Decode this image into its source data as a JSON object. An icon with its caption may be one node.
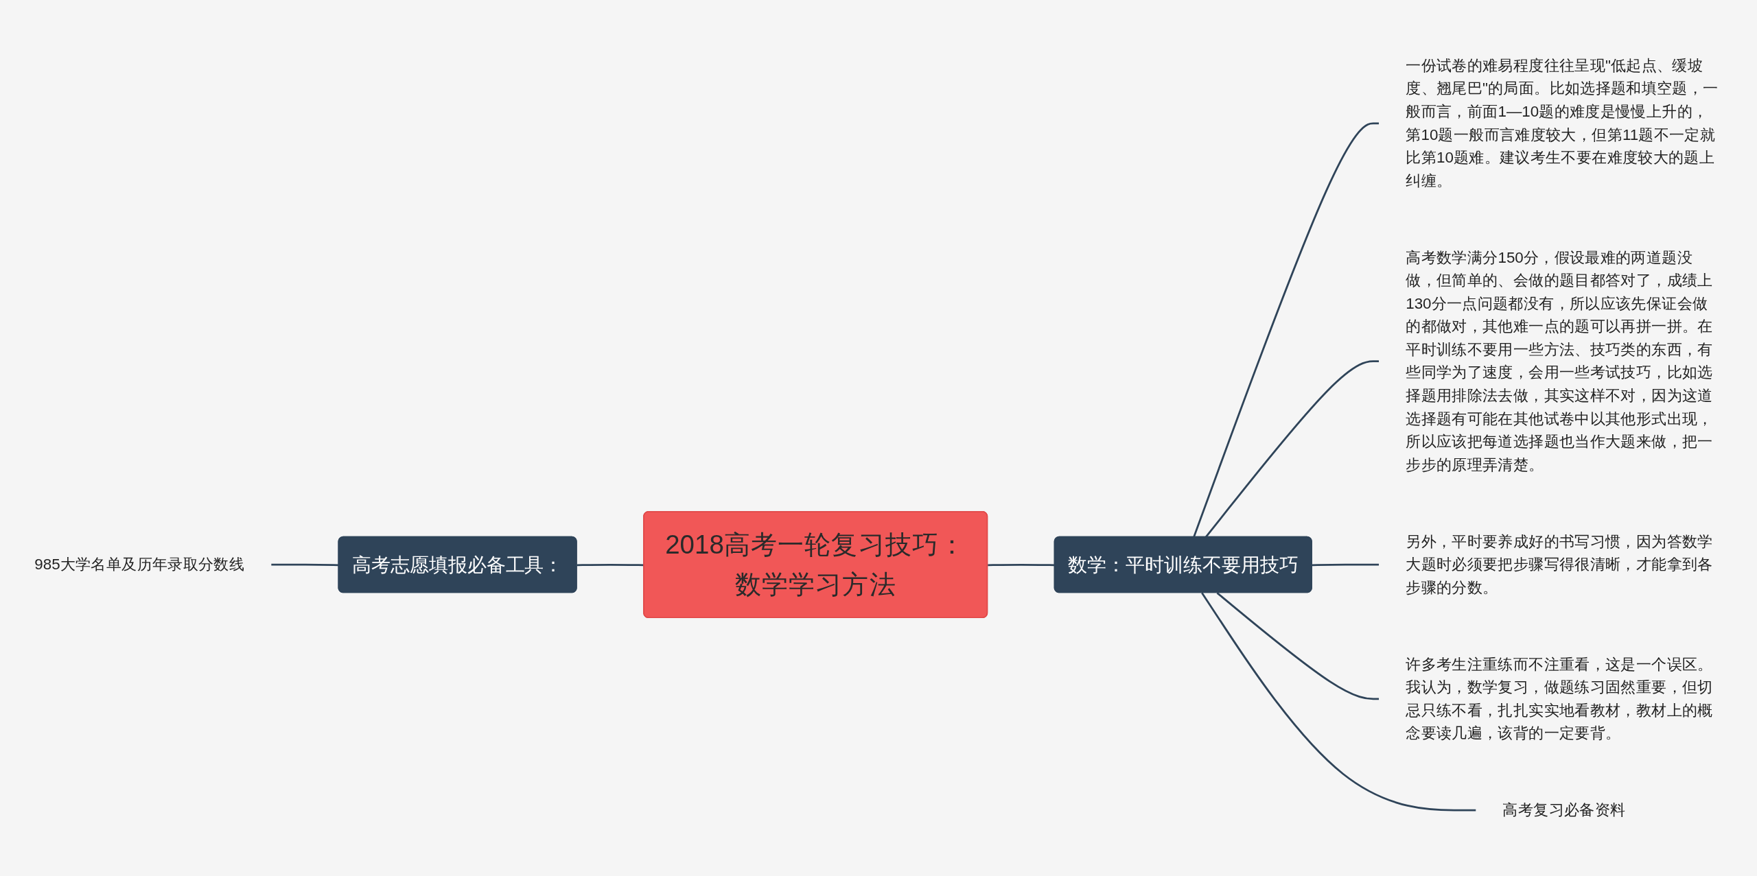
{
  "diagram": {
    "nodes": [
      {
        "text": [
          "2018高考一轮复习技巧：数学学习方法"
        ]
      },
      {
        "text": [
          "高考志愿填报必备工具："
        ]
      },
      {
        "text": [
          "985大学名单及历年录取分数线"
        ]
      },
      {
        "text": [
          "数学：平时训练不要用技巧"
        ]
      },
      {
        "text": [
          "一份试卷的难易程度往往呈现\"低起点、缓坡度、翘尾巴\"的局面。比如选择题和填空题，一般而言，前面1—10题的难度是慢慢上升的，第10题一般而言难度较大，但第11题不一定就比第10题难。建议考生不要在难度较大的题上纠缠。"
        ]
      },
      {
        "text": [
          "高考数学满分150分，假设最难的两道题没做，但简单的、会做的题目都答对了，成绩上130分一点问题都没有，所以应该先保证会做的都做对，其他难一点的题可以再拼一拼。在平时训练不要用一些方法、技巧类的东西，有些同学为了速度，会用一些考试技巧，比如选择题用排除法去做，其实这样不对，因为这道选择题有可能在其他试卷中以其他形式出现，所以应该把每道选择题也当作大题来做，把一步步的原理弄清楚。"
        ]
      },
      {
        "text": [
          "另外，平时要养成好的书写习惯，因为答数学大题时必须要把步骤写得很清晰，才能拿到各步骤的分数。"
        ]
      },
      {
        "text": [
          "许多考生注重练而不注重看，这是一个误区。我认为，数学复习，做题练习固然重要，但切忌只练不看，扎扎实实地看教材，教材上的概念要读几遍，该背的一定要背。"
        ]
      },
      {
        "text": [
          "高考复习必备资料"
        ]
      }
    ],
    "edges": [
      {
        "from": 2,
        "to": 1,
        "arrow": "none"
      },
      {
        "from": 1,
        "to": 0,
        "arrow": "none"
      },
      {
        "from": 0,
        "to": 3,
        "arrow": "none"
      },
      {
        "from": 3,
        "to": 4,
        "arrow": "none"
      },
      {
        "from": 3,
        "to": 5,
        "arrow": "none"
      },
      {
        "from": 3,
        "to": 6,
        "arrow": "none"
      },
      {
        "from": 3,
        "to": 7,
        "arrow": "none"
      },
      {
        "from": 3,
        "to": 8,
        "arrow": "none"
      }
    ]
  }
}
